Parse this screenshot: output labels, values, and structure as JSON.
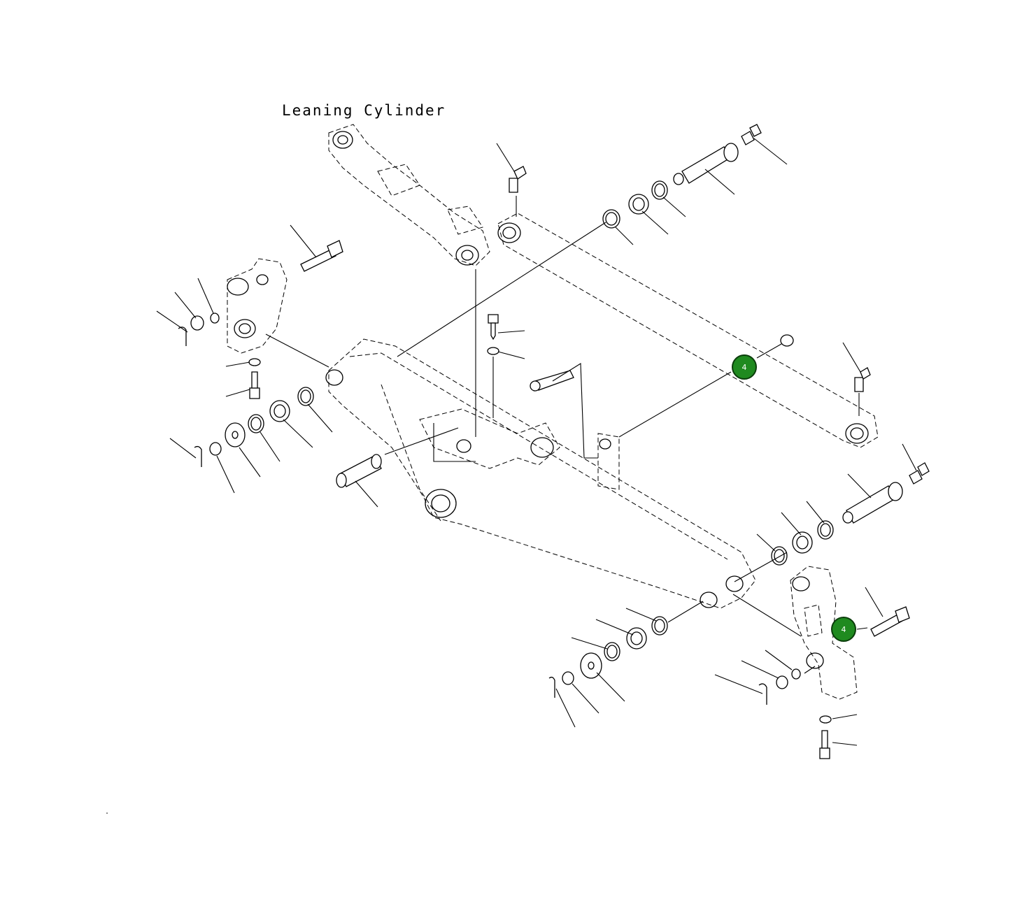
{
  "diagram": {
    "title": "Leaning Cylinder"
  },
  "callouts": [
    {
      "label": "4"
    },
    {
      "label": "4"
    }
  ],
  "colors": {
    "callout_fill": "#1f8a1f",
    "callout_border": "#0b3d0b",
    "line": "#000000",
    "background": "#ffffff"
  }
}
